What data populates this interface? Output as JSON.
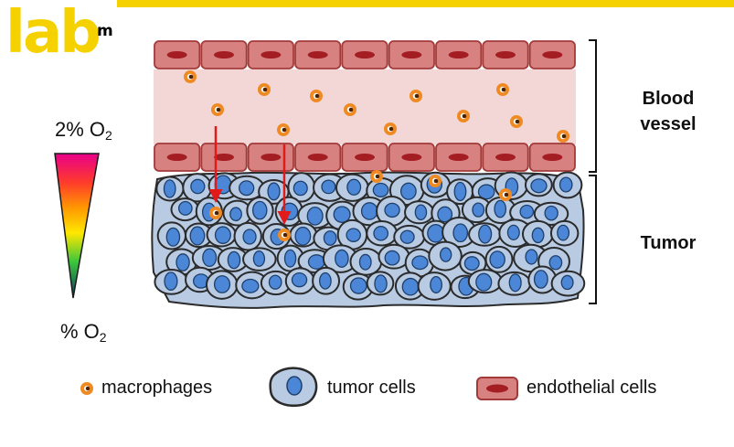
{
  "logo": {
    "word": "lab",
    "superscript": "m"
  },
  "gradient": {
    "top_label": {
      "prefix": "2% O",
      "subscript": "2"
    },
    "bottom_label": {
      "prefix": "% O",
      "subscript": "2"
    },
    "colors": [
      "#e8008a",
      "#ff3b2b",
      "#ff9a00",
      "#ffe800",
      "#3cc63c",
      "#0a3a5c"
    ]
  },
  "labels": {
    "blood_vessel_line1": "Blood",
    "blood_vessel_line2": "vessel",
    "tumor": "Tumor"
  },
  "legend": {
    "macrophages": "macrophages",
    "tumor_cells": "tumor cells",
    "endothelial_cells": "endothelial cells"
  },
  "colors": {
    "accent_yellow": "#f6d100",
    "endothelial_fill": "#d78181",
    "endothelial_nucleus": "#a31d22",
    "vessel_lumen": "#f3d6d6",
    "macrophage_ring": "#ef8a22",
    "macrophage_core": "#4a2200",
    "tumor_cell_fill": "#b8cbe3",
    "tumor_nucleus": "#4b87d6",
    "migration_arrow": "#e21a1a"
  }
}
